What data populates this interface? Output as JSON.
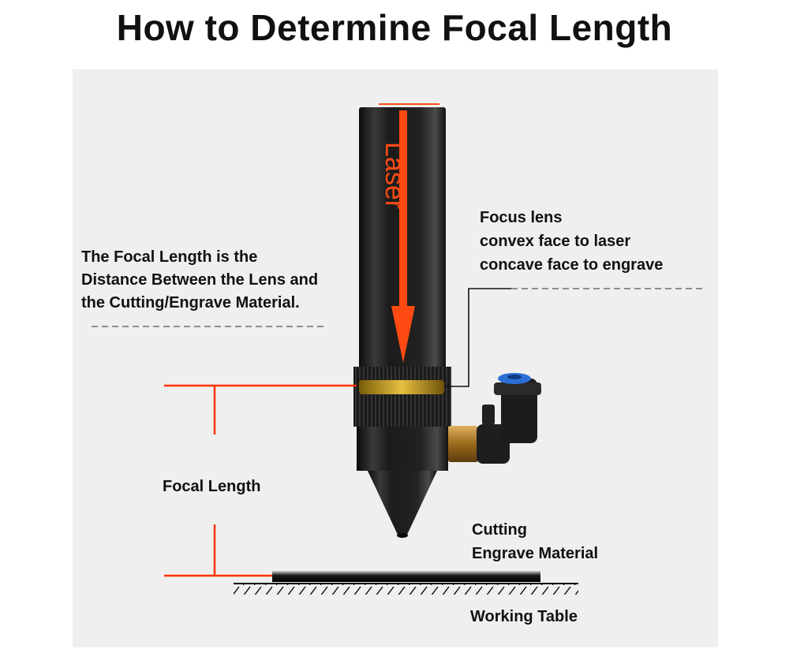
{
  "title": "How to Determine Focal Length",
  "laser_label": "Laser",
  "focal_note": {
    "line1": "The Focal Length is the",
    "line2": "Distance Between the Lens and",
    "line3": "the Cutting/Engrave Material."
  },
  "focus_lens": {
    "line1": "Focus lens",
    "line2": "convex face to laser",
    "line3": "concave face to engrave"
  },
  "focal_length_label": "Focal Length",
  "material": {
    "line1": "Cutting",
    "line2": "Engrave Material"
  },
  "table_label": "Working Table",
  "colors": {
    "laser_arrow": "#ff4a14",
    "dimension_lines": "#ff3300",
    "lens_ring": "#c8a21a",
    "nozzle_body": "#1e1e1e",
    "brass_fitting": "#b8842c",
    "air_cap": "#2a6fd6"
  }
}
